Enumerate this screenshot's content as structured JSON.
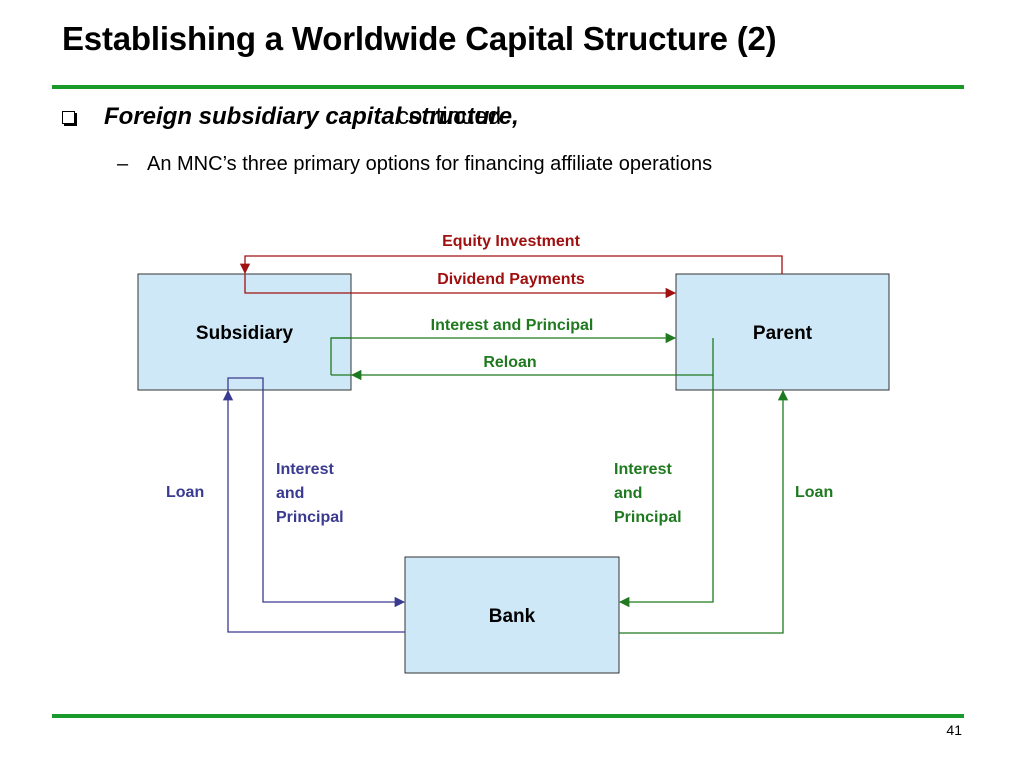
{
  "slide": {
    "title": "Establishing a Worldwide Capital Structure (2)",
    "bullet_emphasis": "Foreign subsidiary capital structure,",
    "bullet_rest": "continued",
    "sub_dash": "–",
    "sub_bullet": "An MNC’s three primary options for financing affiliate operations",
    "page_number": "41"
  },
  "diagram": {
    "nodes": {
      "subsidiary": "Subsidiary",
      "parent": "Parent",
      "bank": "Bank"
    },
    "flows": {
      "equity_investment": "Equity Investment",
      "dividend_payments": "Dividend Payments",
      "interest_principal_parent": "Interest and Principal",
      "reloan": "Reloan",
      "loan_left": "Loan",
      "loan_right": "Loan",
      "left_interest": [
        "Interest",
        "and",
        "Principal"
      ],
      "right_interest": [
        "Interest",
        "and",
        "Principal"
      ]
    },
    "colors": {
      "equity_dividend": "#a01010",
      "parent_flows": "#1f7a1f",
      "bank_left_flows": "#3a3a90",
      "box_fill": "#cfe8f7",
      "accent_rule": "#1a9a2a"
    }
  }
}
